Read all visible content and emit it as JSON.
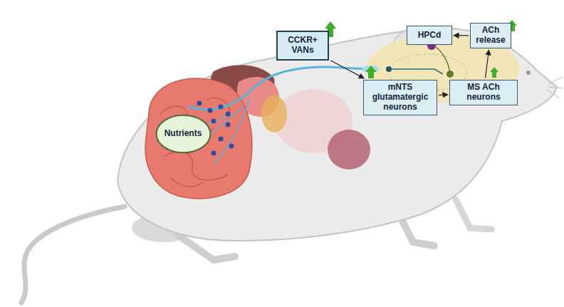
{
  "diagram": {
    "nodes": [
      {
        "text": [
          "CCKR+ VANs"
        ]
      },
      {
        "text": [
          "HPCd"
        ]
      },
      {
        "text": [
          "ACh release"
        ]
      },
      {
        "text": [
          "mNTS glutamatergic neurons"
        ]
      },
      {
        "text": [
          "MS ACh neurons"
        ]
      },
      {
        "text": [
          "Nutrients"
        ]
      }
    ],
    "edges": [
      {
        "from": 0,
        "to": 3,
        "arrow": "to"
      },
      {
        "from": 3,
        "to": 4,
        "arrow": "to"
      },
      {
        "from": 4,
        "to": 2,
        "arrow": "to"
      },
      {
        "from": 2,
        "to": 1,
        "arrow": "to"
      }
    ]
  }
}
